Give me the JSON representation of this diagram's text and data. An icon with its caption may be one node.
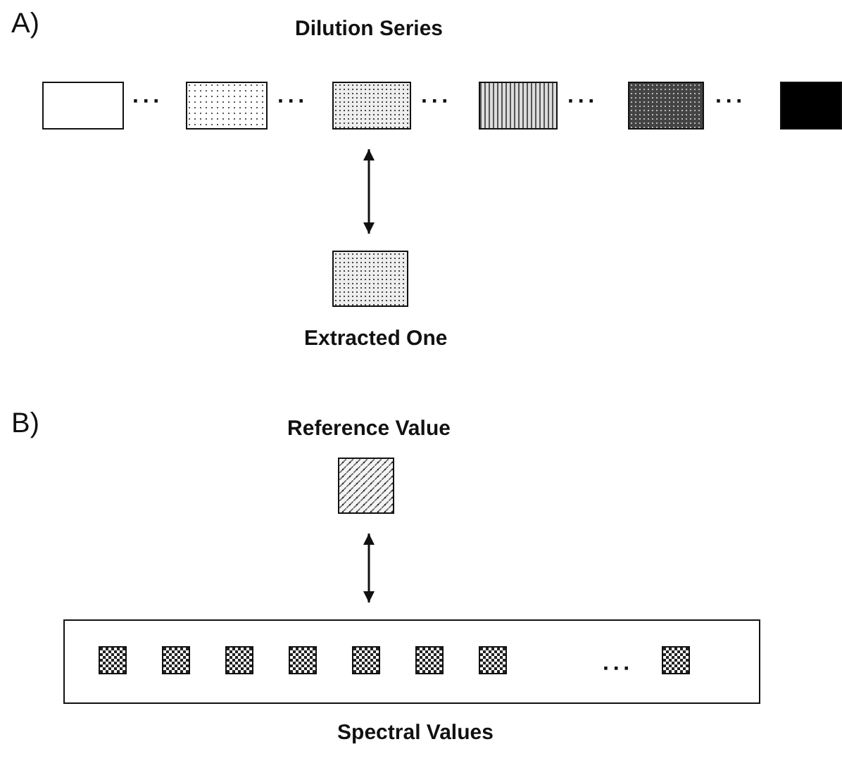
{
  "diagram": {
    "nodes": [
      {
        "text": [],
        "shape": "box"
      },
      {
        "text": [],
        "shape": "box"
      },
      {
        "text": [],
        "shape": "box"
      },
      {
        "text": [],
        "shape": "box"
      },
      {
        "text": [],
        "shape": "box"
      },
      {
        "text": [],
        "shape": "box"
      },
      {
        "text": [],
        "shape": "box",
        "beside": [
          "Extracted One"
        ]
      },
      {
        "text": [],
        "shape": "box",
        "beside": [
          "Reference Value"
        ]
      },
      {
        "text": [],
        "shape": "box",
        "beside": [
          "Spectral Values"
        ]
      },
      {
        "text": [],
        "shape": "box",
        "in": 8
      },
      {
        "text": [],
        "shape": "box",
        "in": 8
      },
      {
        "text": [],
        "shape": "box",
        "in": 8
      },
      {
        "text": [],
        "shape": "box",
        "in": 8
      },
      {
        "text": [],
        "shape": "box",
        "in": 8
      },
      {
        "text": [],
        "shape": "box",
        "in": 8
      },
      {
        "text": [],
        "shape": "box",
        "in": 8
      },
      {
        "text": [],
        "shape": "box",
        "in": 8
      }
    ],
    "edges": [
      {
        "from": 2,
        "to": 6,
        "arrow": "both"
      },
      {
        "from": 7,
        "to": 8,
        "arrow": "both"
      }
    ],
    "labels": [
      "A)",
      "Dilution Series",
      "···",
      "···",
      "···",
      "···",
      "···",
      "B)",
      "···"
    ]
  }
}
